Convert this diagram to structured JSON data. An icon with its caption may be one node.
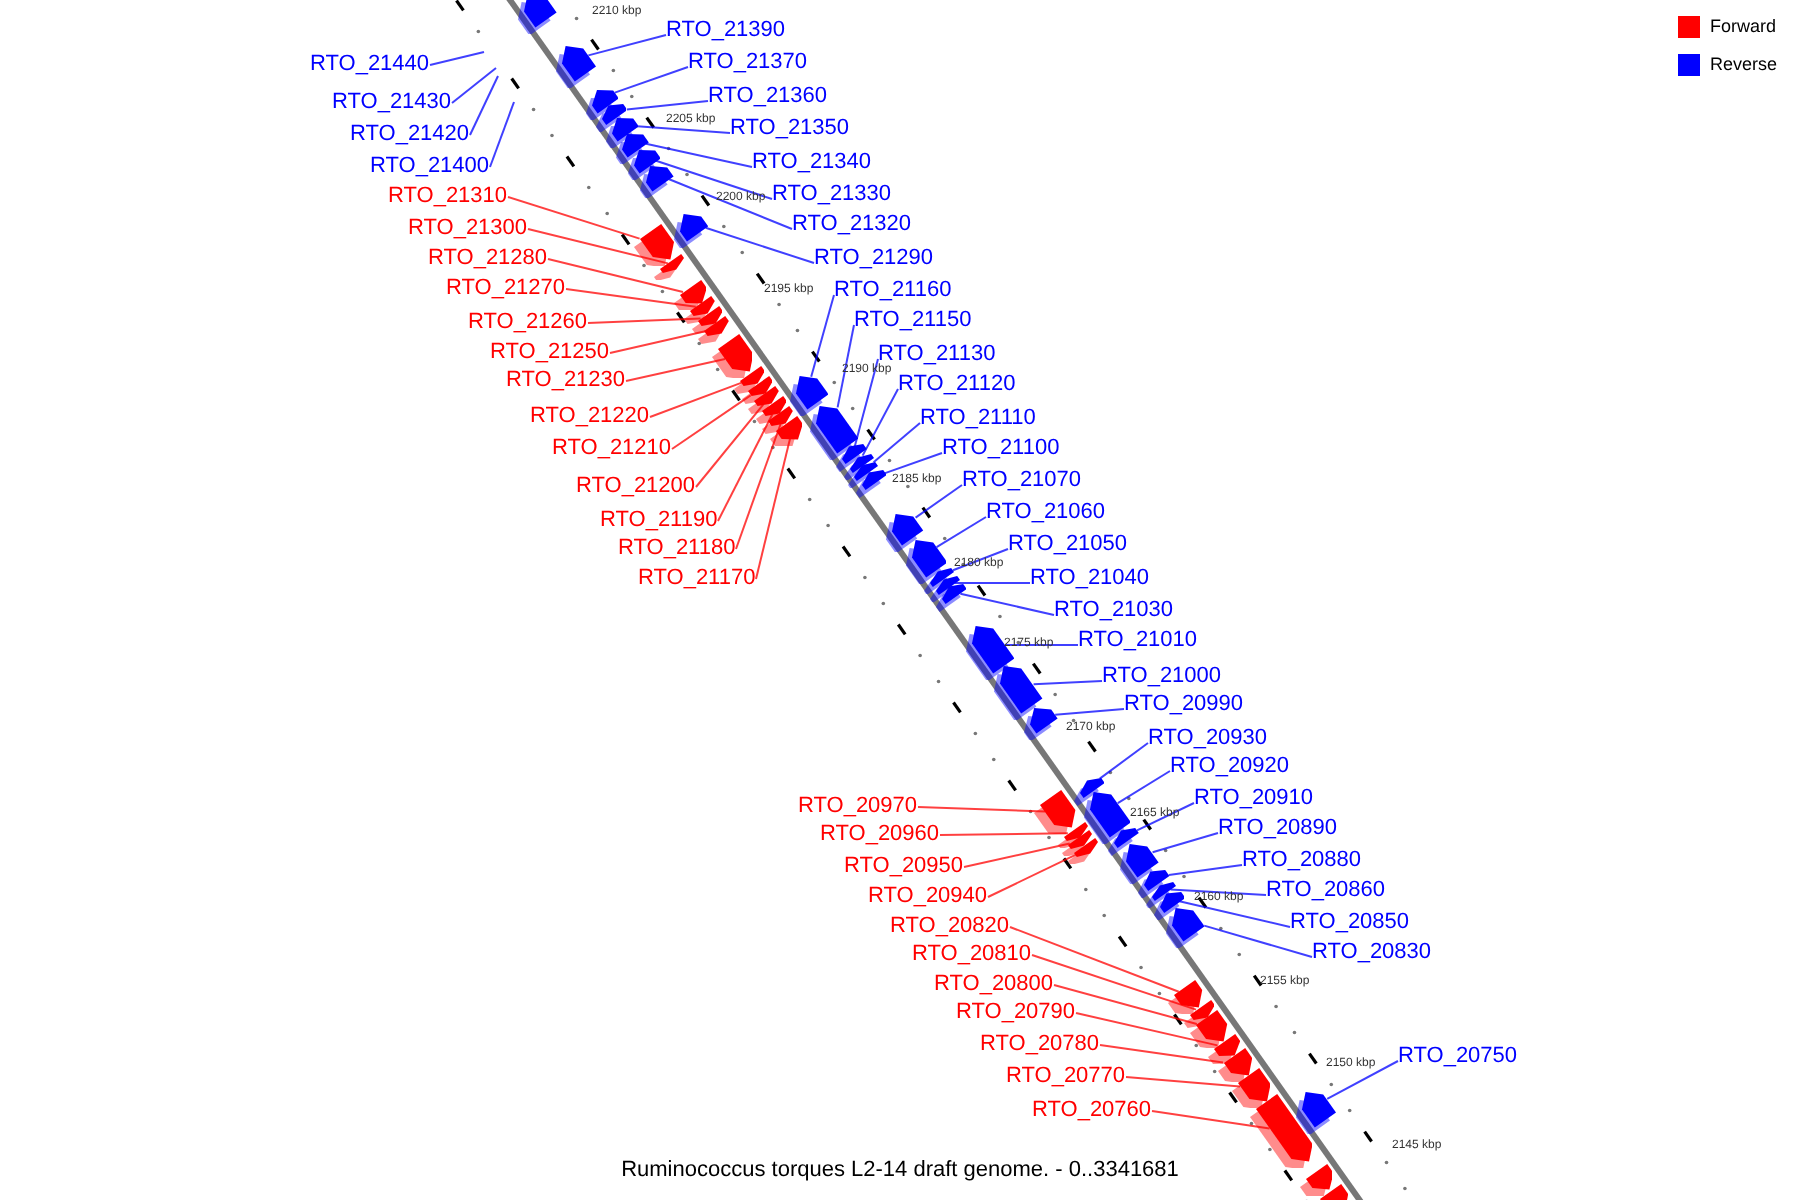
{
  "diagram": {
    "caption": "Ruminococcus torques L2-14 draft genome. - 0..3341681",
    "nodes": [
      {
        "text": [
          "RTO_21390"
        ]
      },
      {
        "text": [
          "RTO_21370"
        ]
      },
      {
        "text": [
          "RTO_21440"
        ]
      },
      {
        "text": [
          "RTO_21360"
        ]
      },
      {
        "text": [
          "RTO_21430"
        ]
      },
      {
        "text": [
          "RTO_21350"
        ]
      },
      {
        "text": [
          "RTO_21420"
        ]
      },
      {
        "text": [
          "RTO_21340"
        ]
      },
      {
        "text": [
          "RTO_21400"
        ]
      },
      {
        "text": [
          "RTO_21330"
        ]
      },
      {
        "text": [
          "RTO_21310"
        ]
      },
      {
        "text": [
          "RTO_21320"
        ]
      },
      {
        "text": [
          "RTO_21300"
        ]
      },
      {
        "text": [
          "RTO_21290"
        ]
      },
      {
        "text": [
          "RTO_21280"
        ]
      },
      {
        "text": [
          "RTO_21270"
        ]
      },
      {
        "text": [
          "RTO_21160"
        ]
      },
      {
        "text": [
          "RTO_21150"
        ]
      },
      {
        "text": [
          "RTO_21260"
        ]
      },
      {
        "text": [
          "RTO_21250"
        ]
      },
      {
        "text": [
          "RTO_21130"
        ]
      },
      {
        "text": [
          "RTO_21230"
        ]
      },
      {
        "text": [
          "RTO_21120"
        ]
      },
      {
        "text": [
          "RTO_21220"
        ]
      },
      {
        "text": [
          "RTO_21110"
        ]
      },
      {
        "text": [
          "RTO_21210"
        ]
      },
      {
        "text": [
          "RTO_21100"
        ]
      },
      {
        "text": [
          "RTO_21070"
        ]
      },
      {
        "text": [
          "RTO_21200"
        ]
      },
      {
        "text": [
          "RTO_21060"
        ]
      },
      {
        "text": [
          "RTO_21190"
        ]
      },
      {
        "text": [
          "RTO_21050"
        ]
      },
      {
        "text": [
          "RTO_21180"
        ]
      },
      {
        "text": [
          "RTO_21040"
        ]
      },
      {
        "text": [
          "RTO_21170"
        ]
      },
      {
        "text": [
          "RTO_21030"
        ]
      },
      {
        "text": [
          "RTO_21010"
        ]
      },
      {
        "text": [
          "RTO_21000"
        ]
      },
      {
        "text": [
          "RTO_20990"
        ]
      },
      {
        "text": [
          "RTO_20930"
        ]
      },
      {
        "text": [
          "RTO_20920"
        ]
      },
      {
        "text": [
          "RTO_20910"
        ]
      },
      {
        "text": [
          "RTO_20970"
        ]
      },
      {
        "text": [
          "RTO_20890"
        ]
      },
      {
        "text": [
          "RTO_20960"
        ]
      },
      {
        "text": [
          "RTO_20880"
        ]
      },
      {
        "text": [
          "RTO_20950"
        ]
      },
      {
        "text": [
          "RTO_20860"
        ]
      },
      {
        "text": [
          "RTO_20940"
        ]
      },
      {
        "text": [
          "RTO_20850"
        ]
      },
      {
        "text": [
          "RTO_20820"
        ]
      },
      {
        "text": [
          "RTO_20830"
        ]
      },
      {
        "text": [
          "RTO_20810"
        ]
      },
      {
        "text": [
          "RTO_20800"
        ]
      },
      {
        "text": [
          "RTO_20790"
        ]
      },
      {
        "text": [
          "RTO_20780"
        ]
      },
      {
        "text": [
          "RTO_20770"
        ]
      },
      {
        "text": [
          "RTO_20750"
        ]
      },
      {
        "text": [
          "RTO_20760"
        ]
      },
      {
        "text": [],
        "shape": "bar"
      },
      {
        "text": [],
        "shape": "bar"
      },
      {
        "text": [],
        "shape": "bar"
      },
      {
        "text": [],
        "shape": "bar"
      },
      {
        "text": [],
        "shape": "bar"
      },
      {
        "text": [],
        "shape": "bar"
      },
      {
        "text": [],
        "shape": "bar"
      },
      {
        "text": [],
        "shape": "bar"
      },
      {
        "text": [],
        "shape": "bar"
      },
      {
        "text": [],
        "shape": "bar"
      },
      {
        "text": [],
        "shape": "bar"
      },
      {
        "text": [],
        "shape": "bar"
      },
      {
        "text": [],
        "shape": "bar"
      },
      {
        "text": [],
        "shape": "bar"
      },
      {
        "text": [],
        "shape": "bar"
      },
      {
        "text": [],
        "shape": "bar"
      },
      {
        "text": [],
        "shape": "bar"
      },
      {
        "text": [],
        "shape": "bar"
      },
      {
        "text": [],
        "shape": "bar"
      },
      {
        "text": [],
        "shape": "bar"
      },
      {
        "text": [],
        "shape": "bar"
      },
      {
        "text": [],
        "shape": "bar"
      },
      {
        "text": [],
        "shape": "bar"
      },
      {
        "text": [],
        "shape": "bar"
      },
      {
        "text": [],
        "shape": "bar"
      },
      {
        "text": [],
        "shape": "bar"
      },
      {
        "text": [],
        "shape": "bar"
      },
      {
        "text": [],
        "shape": "bar"
      },
      {
        "text": [],
        "shape": "bar"
      },
      {
        "text": [],
        "shape": "bar"
      },
      {
        "text": [],
        "shape": "bar"
      },
      {
        "text": [],
        "shape": "bar"
      },
      {
        "text": [],
        "shape": "bar"
      },
      {
        "text": [],
        "shape": "bar"
      },
      {
        "text": [],
        "shape": "bar"
      },
      {
        "text": [],
        "shape": "bar"
      },
      {
        "text": [],
        "shape": "bar"
      },
      {
        "text": [],
        "shape": "bar"
      },
      {
        "text": [],
        "shape": "bar"
      },
      {
        "text": [],
        "shape": "bar"
      },
      {
        "text": [],
        "shape": "bar"
      },
      {
        "text": [],
        "shape": "bar"
      },
      {
        "text": [],
        "shape": "bar"
      },
      {
        "text": [],
        "shape": "bar"
      },
      {
        "text": [],
        "shape": "bar"
      },
      {
        "text": [],
        "shape": "bar"
      },
      {
        "text": [],
        "shape": "bar"
      },
      {
        "text": [],
        "shape": "bar"
      },
      {
        "text": [],
        "shape": "bar"
      },
      {
        "text": [],
        "shape": "bar"
      },
      {
        "text": [],
        "shape": "bar"
      },
      {
        "text": [],
        "shape": "bar"
      },
      {
        "text": [],
        "shape": "bar"
      },
      {
        "text": [],
        "shape": "bar"
      },
      {
        "text": [],
        "shape": "bar"
      },
      {
        "text": [],
        "shape": "bar"
      },
      {
        "text": [],
        "shape": "bar"
      },
      {
        "text": [],
        "shape": "bar"
      }
    ],
    "edges": [
      {
        "from": 0,
        "to": 60,
        "arrow": "none"
      },
      {
        "from": 1,
        "to": 61,
        "arrow": "none"
      },
      {
        "from": 2,
        "to": null,
        "arrow": "none"
      },
      {
        "from": 3,
        "to": 62,
        "arrow": "none"
      },
      {
        "from": 4,
        "to": null,
        "arrow": "none"
      },
      {
        "from": 5,
        "to": 63,
        "arrow": "none"
      },
      {
        "from": 6,
        "to": null,
        "arrow": "none"
      },
      {
        "from": 7,
        "to": 64,
        "arrow": "none"
      },
      {
        "from": 8,
        "to": null,
        "arrow": "none"
      },
      {
        "from": 9,
        "to": 65,
        "arrow": "none"
      },
      {
        "from": 10,
        "to": 67,
        "arrow": "none",
        "color": "#ff0000"
      },
      {
        "from": 11,
        "to": 66,
        "arrow": "none"
      },
      {
        "from": 12,
        "to": 69,
        "arrow": "none",
        "color": "#ff0000"
      },
      {
        "from": 13,
        "to": 68,
        "arrow": "none"
      },
      {
        "from": 14,
        "to": 70,
        "arrow": "none",
        "color": "#ff0000"
      },
      {
        "from": 15,
        "to": 71,
        "arrow": "none",
        "color": "#ff0000"
      },
      {
        "from": 16,
        "to": 78,
        "arrow": "none"
      },
      {
        "from": 17,
        "to": 82,
        "arrow": "none"
      },
      {
        "from": 18,
        "to": 72,
        "arrow": "none",
        "color": "#ff0000"
      },
      {
        "from": 19,
        "to": 73,
        "arrow": "none",
        "color": "#ff0000"
      },
      {
        "from": 20,
        "to": 83,
        "arrow": "none"
      },
      {
        "from": 21,
        "to": 74,
        "arrow": "none",
        "color": "#ff0000"
      },
      {
        "from": 22,
        "to": 84,
        "arrow": "none"
      },
      {
        "from": 23,
        "to": 75,
        "arrow": "none",
        "color": "#ff0000"
      },
      {
        "from": 24,
        "to": 85,
        "arrow": "none"
      },
      {
        "from": 25,
        "to": 76,
        "arrow": "none",
        "color": "#ff0000"
      },
      {
        "from": 26,
        "to": 86,
        "arrow": "none"
      },
      {
        "from": 27,
        "to": 87,
        "arrow": "none"
      },
      {
        "from": 28,
        "to": 77,
        "arrow": "none",
        "color": "#ff0000"
      },
      {
        "from": 29,
        "to": 88,
        "arrow": "none"
      },
      {
        "from": 30,
        "to": 79,
        "arrow": "none",
        "color": "#ff0000"
      },
      {
        "from": 31,
        "to": 89,
        "arrow": "none"
      },
      {
        "from": 32,
        "to": 80,
        "arrow": "none",
        "color": "#ff0000"
      },
      {
        "from": 33,
        "to": 90,
        "arrow": "none"
      },
      {
        "from": 34,
        "to": 81,
        "arrow": "none",
        "color": "#ff0000"
      },
      {
        "from": 35,
        "to": 91,
        "arrow": "none"
      },
      {
        "from": 36,
        "to": 92,
        "arrow": "none"
      },
      {
        "from": 37,
        "to": 93,
        "arrow": "none"
      },
      {
        "from": 38,
        "to": 94,
        "arrow": "none"
      },
      {
        "from": 39,
        "to": 96,
        "arrow": "none"
      },
      {
        "from": 40,
        "to": 97,
        "arrow": "none"
      },
      {
        "from": 41,
        "to": 101,
        "arrow": "none"
      },
      {
        "from": 42,
        "to": 95,
        "arrow": "none",
        "color": "#ff0000"
      },
      {
        "from": 43,
        "to": 102,
        "arrow": "none"
      },
      {
        "from": 44,
        "to": 98,
        "arrow": "none",
        "color": "#ff0000"
      },
      {
        "from": 45,
        "to": 103,
        "arrow": "none"
      },
      {
        "from": 46,
        "to": 99,
        "arrow": "none",
        "color": "#ff0000"
      },
      {
        "from": 47,
        "to": 104,
        "arrow": "none"
      },
      {
        "from": 48,
        "to": 100,
        "arrow": "none",
        "color": "#ff0000"
      },
      {
        "from": 49,
        "to": 105,
        "arrow": "none"
      },
      {
        "from": 50,
        "to": 107,
        "arrow": "none",
        "color": "#ff0000"
      },
      {
        "from": 51,
        "to": 106,
        "arrow": "none"
      },
      {
        "from": 52,
        "to": 108,
        "arrow": "none",
        "color": "#ff0000"
      },
      {
        "from": 53,
        "to": 109,
        "arrow": "none",
        "color": "#ff0000"
      },
      {
        "from": 54,
        "to": 110,
        "arrow": "none",
        "color": "#ff0000"
      },
      {
        "from": 55,
        "to": 111,
        "arrow": "none",
        "color": "#ff0000"
      },
      {
        "from": 56,
        "to": 112,
        "arrow": "none",
        "color": "#ff0000"
      },
      {
        "from": 57,
        "to": 114,
        "arrow": "none"
      },
      {
        "from": 58,
        "to": 113,
        "arrow": "none",
        "color": "#ff0000"
      }
    ],
    "labels": [
      "2210 kbp",
      "2205 kbp",
      "2200 kbp",
      "2195 kbp",
      "2190 kbp",
      "2185 kbp",
      "2180 kbp",
      "2175 kbp",
      "2170 kbp",
      "2165 kbp",
      "2160 kbp",
      "2155 kbp",
      "2150 kbp",
      "2145 kbp"
    ],
    "legend": [
      {
        "text": "Forward",
        "color": "#ff0000"
      },
      {
        "text": "Reverse",
        "color": "#0000ff"
      }
    ]
  }
}
